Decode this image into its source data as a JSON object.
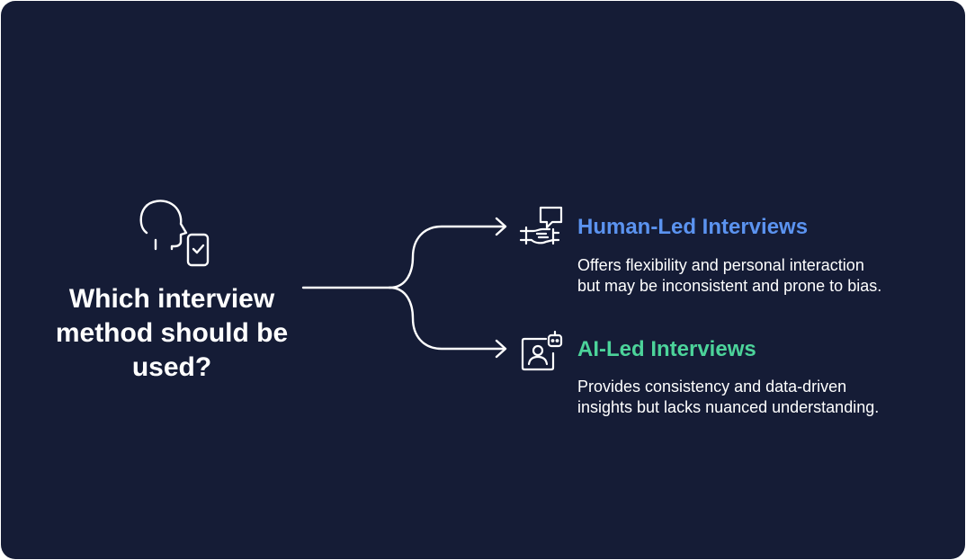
{
  "colors": {
    "background": "#151c36",
    "line": "#ffffff",
    "human_title": "#5b93f0",
    "ai_title": "#4cd39a"
  },
  "question": {
    "text": "Which interview method should be used?",
    "icon": "person-with-checked-phone-icon"
  },
  "options": [
    {
      "title": "Human-Led Interviews",
      "description_line1": "Offers flexibility and personal interaction",
      "description_line2": "but may be inconsistent and prone to bias.",
      "icon": "handshake-chat-icon"
    },
    {
      "title": "AI-Led Interviews",
      "description_line1": "Provides consistency and data-driven",
      "description_line2": "insights but lacks nuanced understanding.",
      "icon": "robot-profile-icon"
    }
  ]
}
